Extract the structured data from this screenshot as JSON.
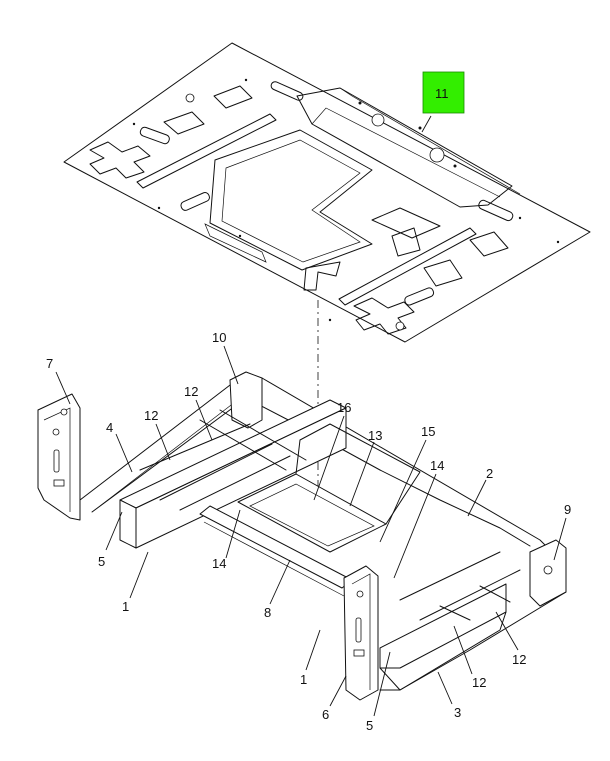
{
  "diagram": {
    "highlight_color": "#33ee00",
    "callouts": [
      {
        "id": "c11",
        "label": "11",
        "highlighted": true
      },
      {
        "id": "c10",
        "label": "10"
      },
      {
        "id": "c7",
        "label": "7"
      },
      {
        "id": "c12a",
        "label": "12"
      },
      {
        "id": "c12b",
        "label": "12"
      },
      {
        "id": "c16",
        "label": "16"
      },
      {
        "id": "c15",
        "label": "15"
      },
      {
        "id": "c13",
        "label": "13"
      },
      {
        "id": "c4",
        "label": "4"
      },
      {
        "id": "c14a",
        "label": "14"
      },
      {
        "id": "c2",
        "label": "2"
      },
      {
        "id": "c9",
        "label": "9"
      },
      {
        "id": "c5a",
        "label": "5"
      },
      {
        "id": "c14b",
        "label": "14"
      },
      {
        "id": "c1a",
        "label": "1"
      },
      {
        "id": "c8",
        "label": "8"
      },
      {
        "id": "c12c",
        "label": "12"
      },
      {
        "id": "c12d",
        "label": "12"
      },
      {
        "id": "c1b",
        "label": "1"
      },
      {
        "id": "c6",
        "label": "6"
      },
      {
        "id": "c5b",
        "label": "5"
      },
      {
        "id": "c3",
        "label": "3"
      }
    ]
  }
}
